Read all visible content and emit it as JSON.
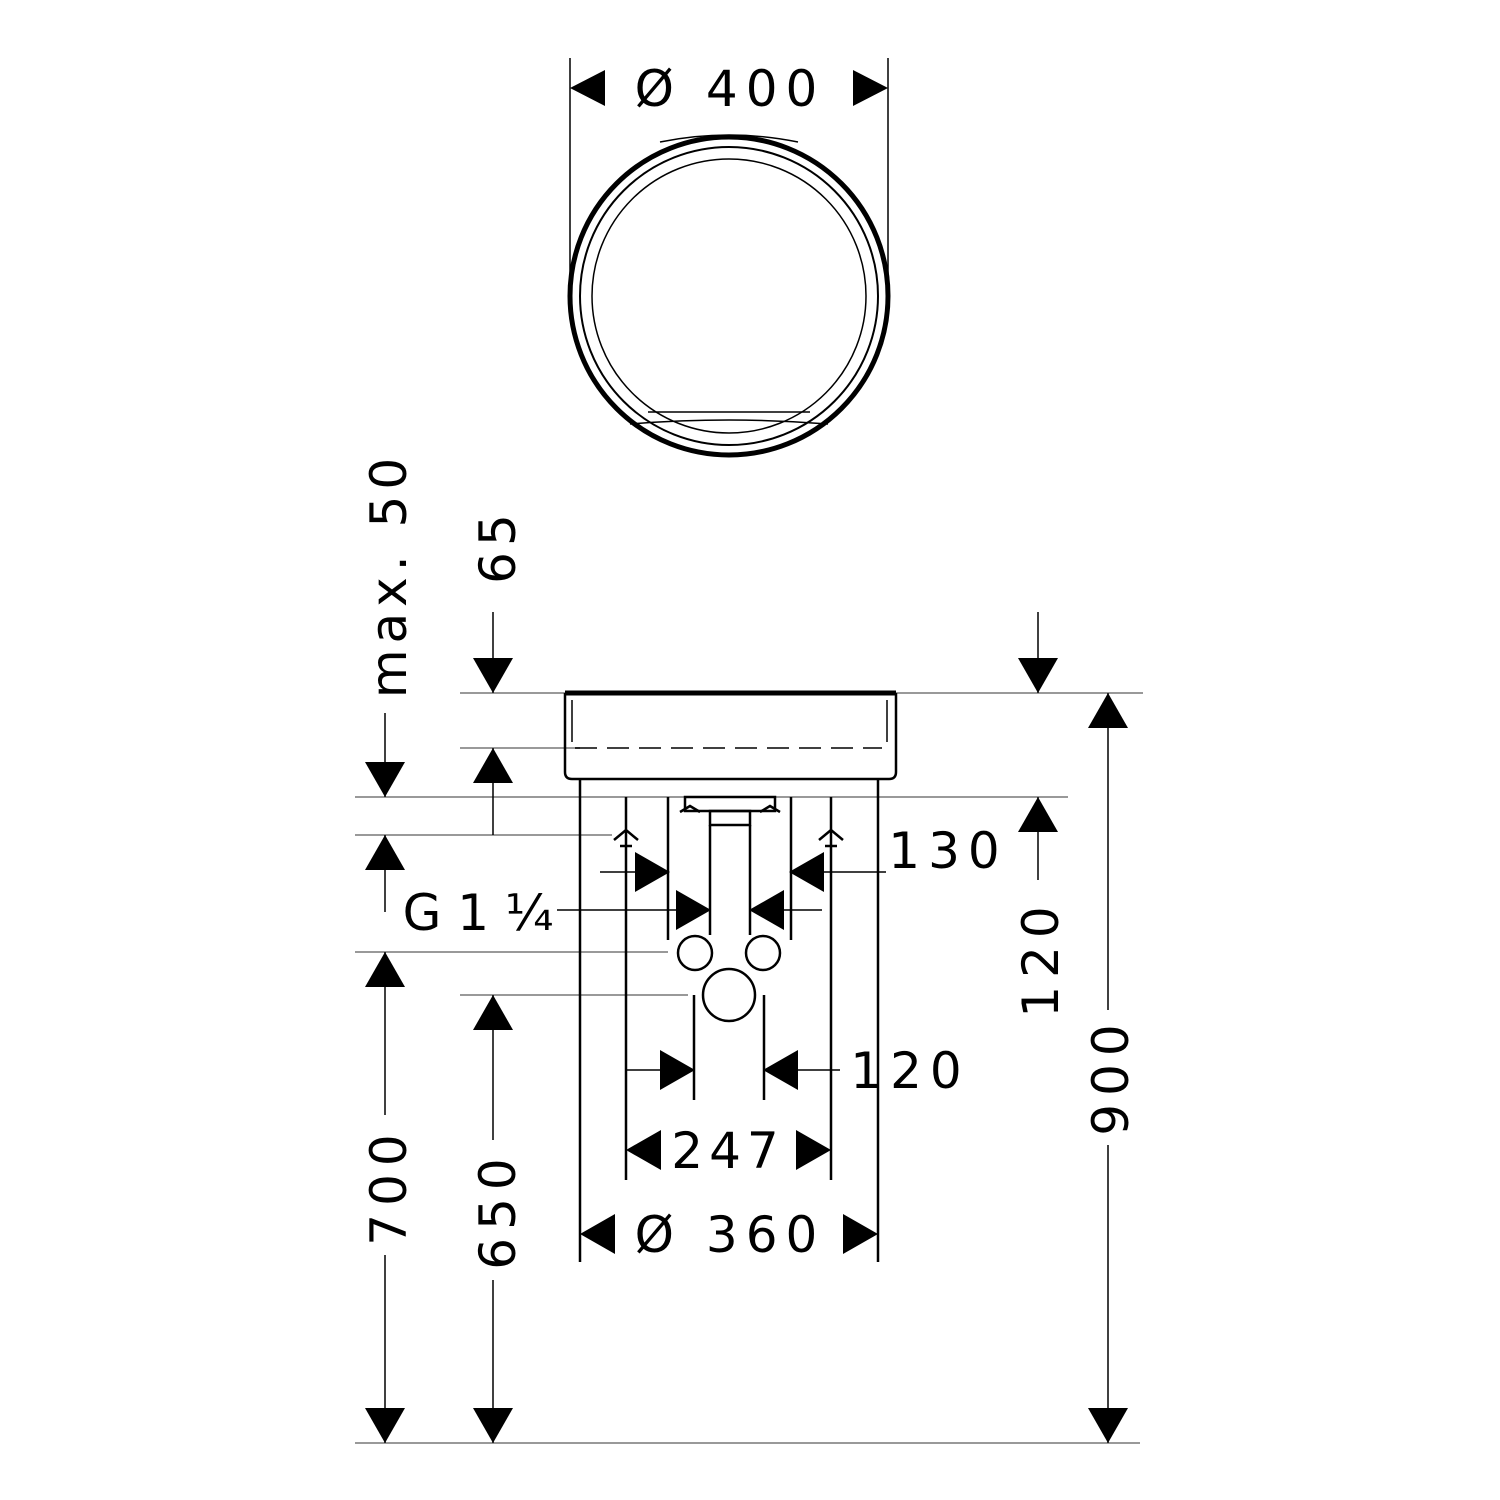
{
  "dimensions": {
    "top_diameter": "Ø 400",
    "max_50": "max. 50",
    "d65": "65",
    "d130": "130",
    "thread": "G 1 ¼",
    "d120_vertical": "120",
    "d900": "900",
    "d120_horizontal": "120",
    "d247": "247",
    "bottom_diameter": "Ø 360",
    "d700": "700",
    "d650": "650"
  }
}
